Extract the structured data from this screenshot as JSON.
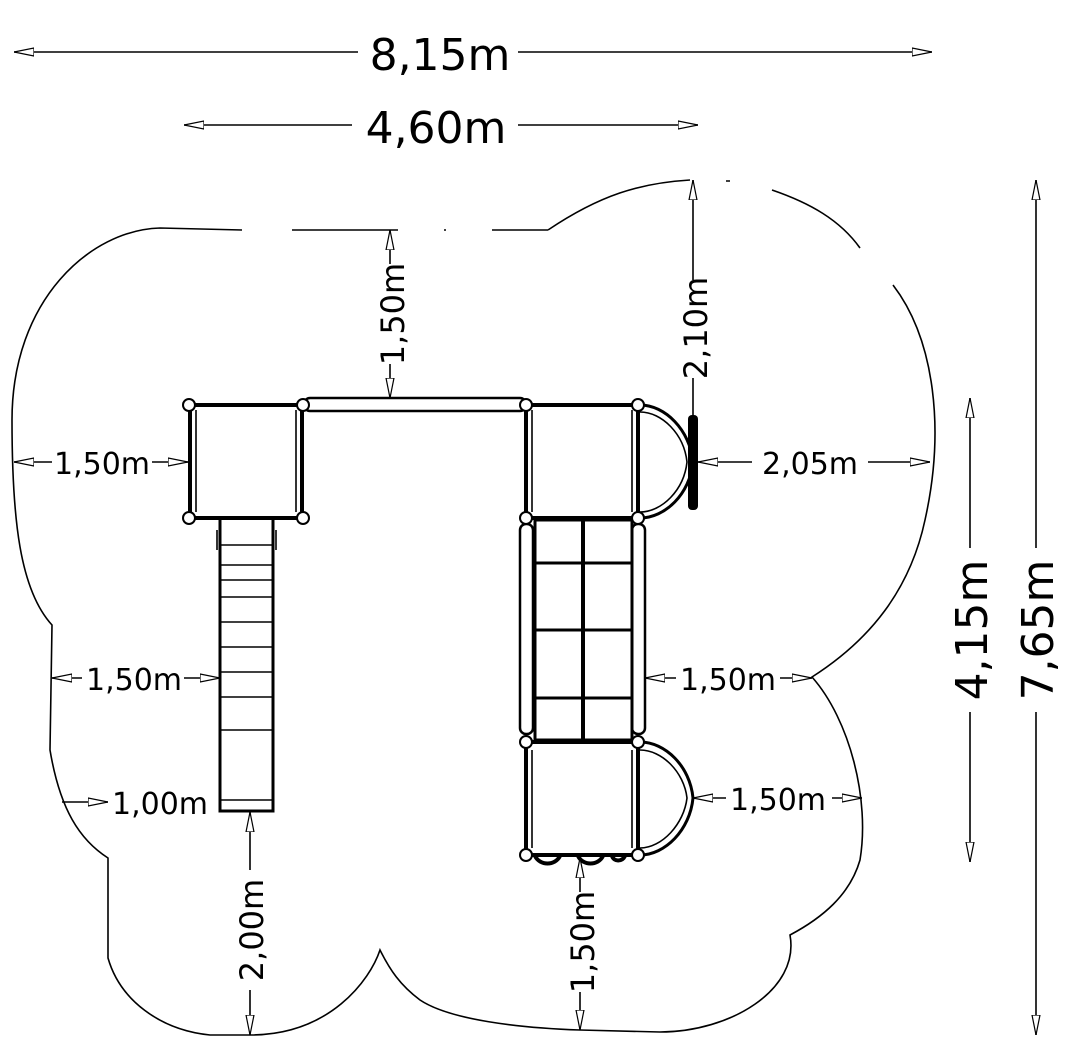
{
  "dimensions": {
    "total_width": "8,15m",
    "structure_width": "4,60m",
    "top_clearance": "1,50m",
    "right_top_clearance": "2,10m",
    "left_side_clearance": "1,50m",
    "right_side_clearance": "2,05m",
    "slide_left_clearance": "1,50m",
    "net_right_clearance": "1,50m",
    "slide_exit": "1,00m",
    "lower_right_clearance": "1,50m",
    "slide_bottom": "2,00m",
    "bottom_clearance": "1,50m",
    "structure_height": "4,15m",
    "total_height": "7,65m"
  },
  "colors": {
    "ink": "#000000",
    "background": "#ffffff"
  }
}
